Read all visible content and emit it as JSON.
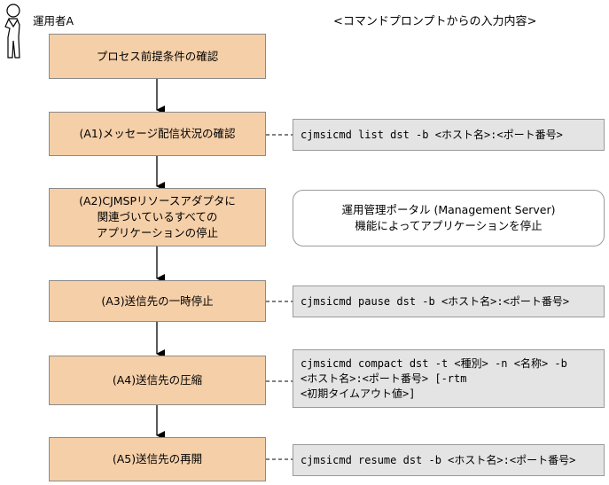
{
  "actor": {
    "label": "運用者A",
    "icon": "person-icon"
  },
  "column_header": "<コマンドプロンプトからの入力内容>",
  "steps": [
    {
      "lines": [
        "プロセス前提条件の確認"
      ]
    },
    {
      "lines": [
        "(A1)メッセージ配信状況の確認"
      ]
    },
    {
      "lines": [
        "(A2)CJMSPリソースアダプタに",
        "関連づいているすべての",
        "アプリケーションの停止"
      ]
    },
    {
      "lines": [
        "(A3)送信先の一時停止"
      ]
    },
    {
      "lines": [
        "(A4)送信先の圧縮"
      ]
    },
    {
      "lines": [
        "(A5)送信先の再開"
      ]
    }
  ],
  "commands": {
    "a1": [
      "cjmsicmd list dst -b <ホスト名>:<ポート番号>"
    ],
    "a2_note": [
      "運用管理ポータル (Management Server)",
      "機能によってアプリケーションを停止"
    ],
    "a3": [
      "cjmsicmd pause dst -b <ホスト名>:<ポート番号>"
    ],
    "a4": [
      "cjmsicmd compact dst -t <種別> -n <名称> -b",
      "<ホスト名>:<ポート番号> [-rtm",
      "<初期タイムアウト値>]"
    ],
    "a5": [
      "cjmsicmd resume dst -b <ホスト名>:<ポート番号>"
    ]
  },
  "colors": {
    "step_fill": "#f5cfa8",
    "command_fill": "#e4e4e4",
    "border": "#8a8a8a"
  }
}
